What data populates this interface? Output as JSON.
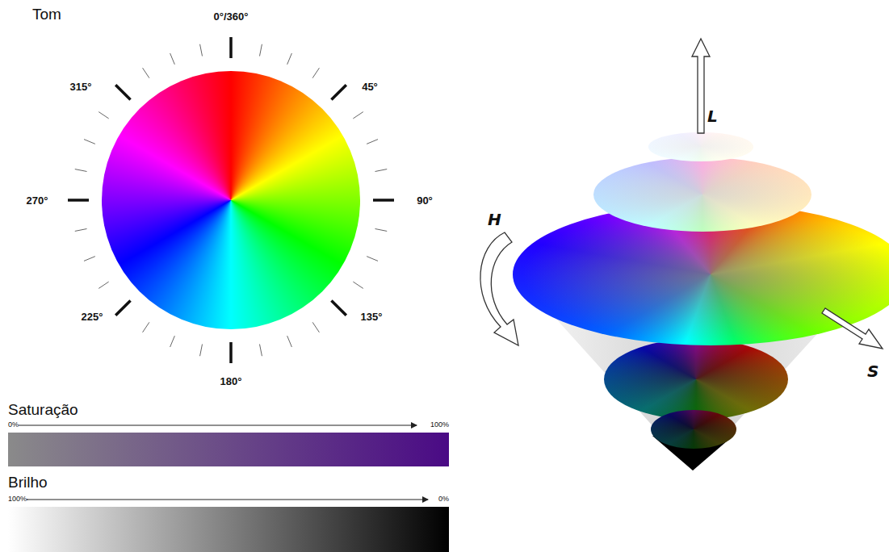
{
  "diagram": {
    "labels": [
      "Tom",
      "0°/360°",
      "45°",
      "90°",
      "135°",
      "180°",
      "225°",
      "270°",
      "315°",
      "Saturação",
      "0%",
      "100%",
      "Brilho",
      "100%",
      "0%",
      "L",
      "H",
      "S"
    ]
  }
}
